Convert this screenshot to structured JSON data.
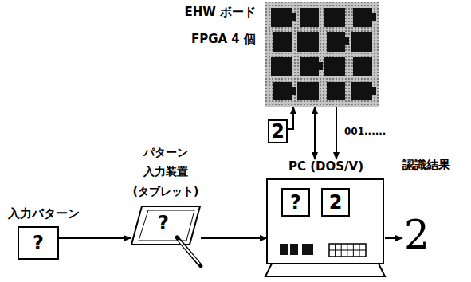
{
  "diagram": {
    "nodes": [
      {
        "text": [
          "EHW ボード",
          "FPGA 4 個"
        ]
      },
      {
        "text": [
          "2"
        ]
      },
      {
        "text": [
          "PC (DOS/V)"
        ]
      },
      {
        "text": [
          "?"
        ],
        "in": 2
      },
      {
        "text": [
          "2"
        ],
        "in": 2
      },
      {
        "text": [
          "入力パターン",
          "?"
        ]
      },
      {
        "text": [
          "パターン 入力装置 (タブレット)",
          "?"
        ]
      },
      {
        "text": [
          "認識結果",
          "2"
        ]
      }
    ],
    "edges": [
      {
        "from": 5,
        "to": 6,
        "arrow": "to"
      },
      {
        "from": 6,
        "to": 2,
        "arrow": "to"
      },
      {
        "from": 2,
        "to": 7,
        "arrow": "to"
      },
      {
        "from": 1,
        "to": 0,
        "arrow": "to"
      },
      {
        "from": 0,
        "to": 2,
        "arrow": "both"
      },
      {
        "from": 0,
        "to": 2,
        "label": "001......",
        "arrow": "to"
      }
    ]
  }
}
